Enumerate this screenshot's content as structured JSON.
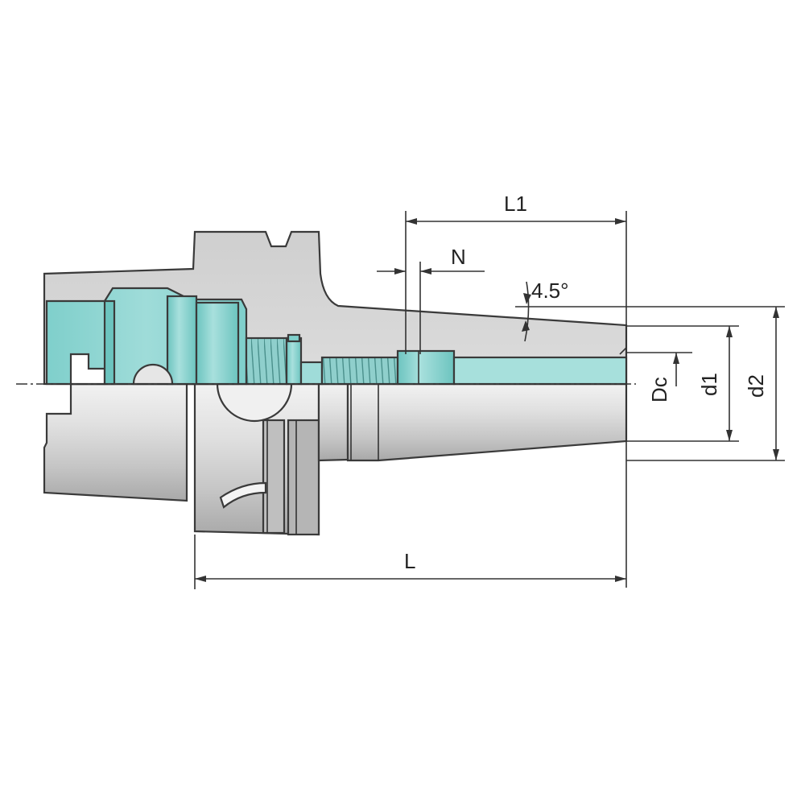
{
  "diagram": {
    "labels": {
      "L1": "L1",
      "N": "N",
      "angle": "4.5°",
      "Dc": "Dc",
      "d1": "d1",
      "d2": "d2",
      "L": "L"
    },
    "colors": {
      "section_fill": "#8fd3d0",
      "body_fill": "#d9d9d9",
      "outline": "#3a3a3a",
      "background": "#ffffff"
    }
  }
}
